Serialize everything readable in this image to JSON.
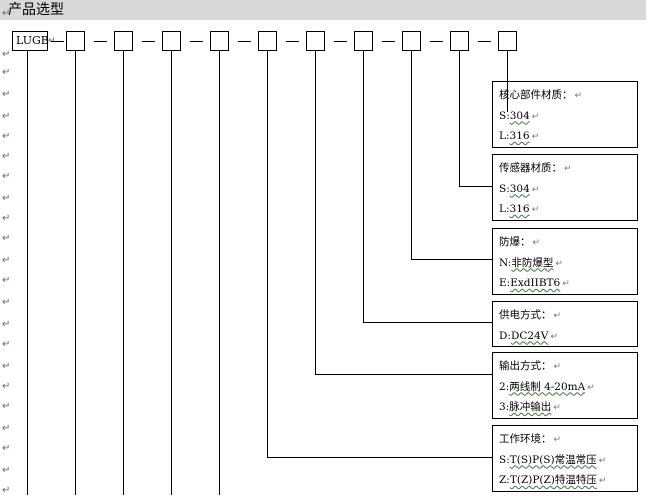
{
  "title": "产品选型",
  "model_code": "LUGB",
  "para_mark": "↵",
  "groups": [
    {
      "heading": "核心部件材质：",
      "options": [
        {
          "code": "S",
          "label": "304"
        },
        {
          "code": "L",
          "label": "316"
        }
      ]
    },
    {
      "heading": "传感器材质：",
      "options": [
        {
          "code": "S",
          "label": "304"
        },
        {
          "code": "L",
          "label": "316"
        }
      ]
    },
    {
      "heading": "防爆：",
      "options": [
        {
          "code": "N",
          "label": "非防爆型"
        },
        {
          "code": "E",
          "label": "ExdIIBT6"
        }
      ]
    },
    {
      "heading": "供电方式：",
      "options": [
        {
          "code": "D",
          "label": "DC24V"
        }
      ]
    },
    {
      "heading": "输出方式：",
      "options": [
        {
          "code": "2",
          "label": "两线制 4-20mA"
        },
        {
          "code": "3",
          "label": "脉冲输出"
        }
      ]
    },
    {
      "heading": "工作环境：",
      "options": [
        {
          "code": "S",
          "label": "T(S)P(S)常温常压"
        },
        {
          "code": "Z",
          "label": "T(Z)P(Z)特温特压"
        }
      ]
    }
  ]
}
